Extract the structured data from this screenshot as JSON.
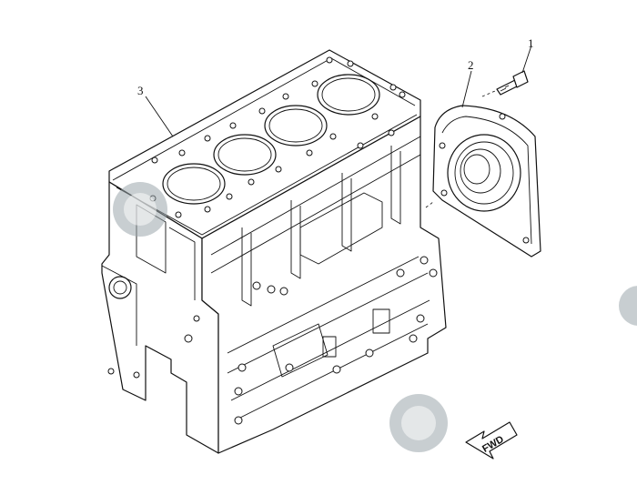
{
  "callouts": {
    "part_1": "1",
    "part_2": "2",
    "part_3": "3"
  },
  "direction_arrow": {
    "label": "FWD"
  },
  "icons": [
    "watermark-logo-icon",
    "fwd-arrow-icon"
  ]
}
